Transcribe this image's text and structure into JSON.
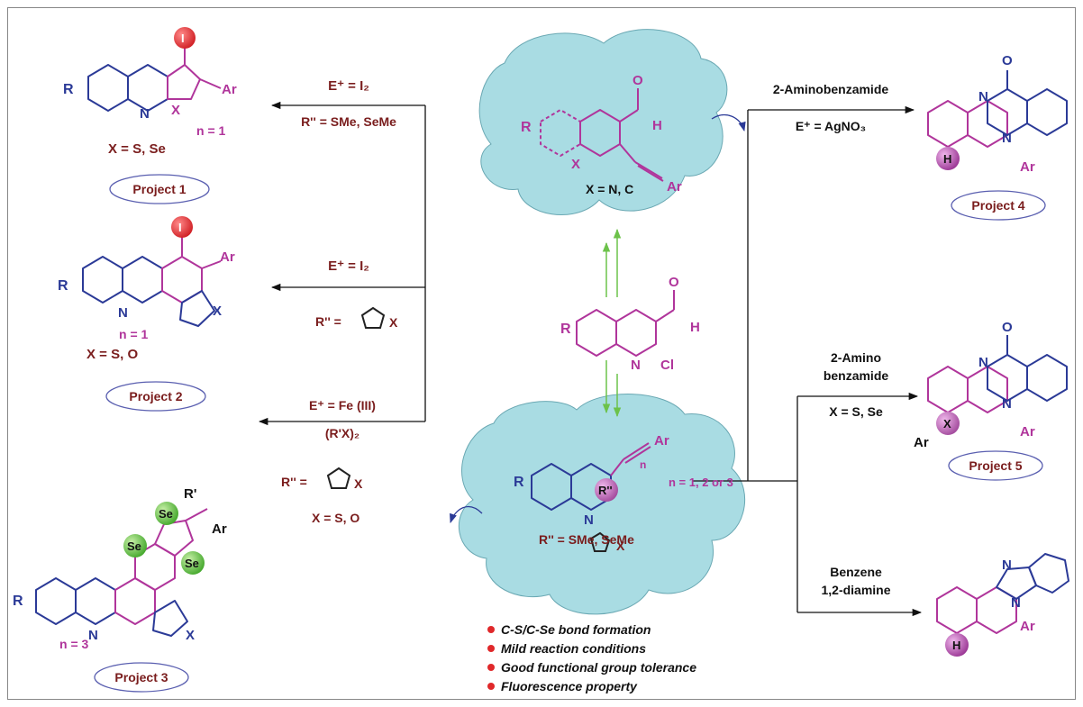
{
  "projects": {
    "p1": "Project 1",
    "p2": "Project 2",
    "p3": "Project 3",
    "p4": "Project 4",
    "p5": "Project 5"
  },
  "left_reactions": {
    "r1_top": "E⁺ = I₂",
    "r1_bottom": "R'' = SMe, SeMe",
    "r2_top": "E⁺ = I₂",
    "r2_bottom_prefix": "R'' =",
    "r3_top": "E⁺ = Fe (III)",
    "r3_mid": "(R'X)₂",
    "r3_bottom_prefix": "R'' =",
    "r3_x": "X = S, O"
  },
  "right_reactions": {
    "r4_top": "2-Aminobenzamide",
    "r4_bottom": "E⁺ = AgNO₃",
    "r5_top1": "2-Amino",
    "r5_top2": "benzamide",
    "r5_bottom": "X = S, Se",
    "r6_top1": "Benzene",
    "r6_top2": "1,2-diamine"
  },
  "structures": {
    "p1_x": "X = S, Se",
    "p1_n": "n = 1",
    "p2_x": "X = S, O",
    "p2_n": "n = 1",
    "p3_n": "n = 3",
    "center_top_x": "X = N, C",
    "center_bottom_r": "R'' = SMe, SeMe",
    "center_bottom_n": "n = 1, 2 or 3",
    "atom_I": "I",
    "atom_H": "H",
    "atom_X": "X",
    "atom_Se": "Se",
    "atom_N": "N",
    "atom_O": "O",
    "atom_Cl": "Cl",
    "atom_R": "R",
    "atom_Rp": "R'",
    "atom_Rpp": "R''",
    "atom_Ar": "Ar",
    "atom_n": "n"
  },
  "features": [
    "C-S/C-Se bond formation",
    "Mild reaction conditions",
    "Good functional group tolerance",
    "Fluorescence property"
  ],
  "colors": {
    "blue": "#2b3a97",
    "pink": "#b0359b",
    "dark_red": "#7a1d1d",
    "cloud": "#a9dce3",
    "iodine": "#e0282a",
    "selenium": "#5cbf3c",
    "hydrogen": "#a94aa3",
    "green_arrow": "#6cc24a",
    "bullet": "#e0282a"
  }
}
